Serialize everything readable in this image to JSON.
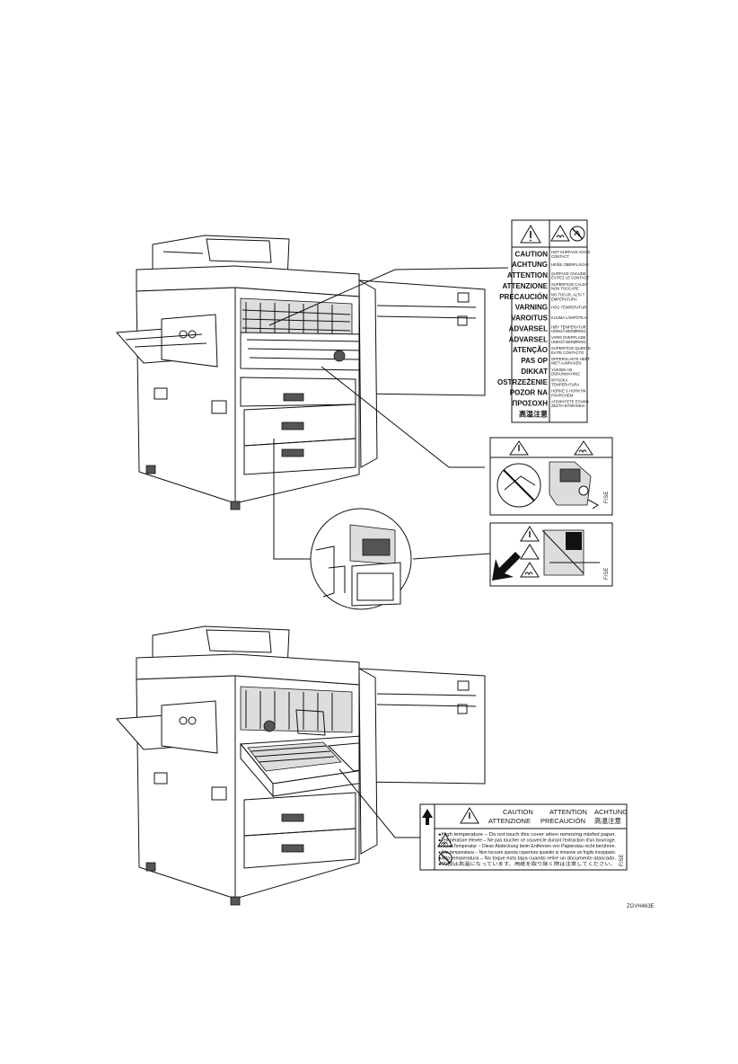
{
  "top_label": {
    "rows": [
      {
        "word": "CAUTION",
        "desc": [
          "HOT SURFACE AVOID",
          "CONTACT"
        ]
      },
      {
        "word": "ACHTUNG",
        "desc": [
          "HEIßE OBERFLÄCHE"
        ]
      },
      {
        "word": "ATTENTION",
        "desc": [
          "SURFACE CHAUDE",
          "ÉVITEZ LE CONTACT"
        ]
      },
      {
        "word": "ATTENZIONE",
        "desc": [
          "SUPERFICIE CALDA",
          "NON TOCCARE"
        ]
      },
      {
        "word": "PRECAUCIÓN",
        "desc": [
          "NO TOCAR, ALTA T",
          "EMPERATURA"
        ]
      },
      {
        "word": "VARNING",
        "desc": [
          "HÖG TEMPERATUR"
        ]
      },
      {
        "word": "VAROITUS",
        "desc": [
          "KUUMA LÄMPÖTILA"
        ]
      },
      {
        "word": "ADVARSEL",
        "desc": [
          "HØY TEMPERATUR",
          "UNNGÅ BERØRING"
        ]
      },
      {
        "word": "ADVARSEL",
        "desc": [
          "VARM OVERFLADE",
          "UNDGÅ BERØRING"
        ]
      },
      {
        "word": "ATENÇÃO",
        "desc": [
          "SUPERFÍCIE QUENTE",
          "EVITE CONTACTO"
        ]
      },
      {
        "word": "PAS OP",
        "desc": [
          "OPPERVLAKTE HEET",
          "NIET AANRAKEN"
        ]
      },
      {
        "word": "DIKKAT",
        "desc": [
          "YÜKSEK ISI",
          "DOKUNMAYINIZ"
        ]
      },
      {
        "word": "OSTRZEŻENIE",
        "desc": [
          "WYSOKA",
          "TEMPERATURA"
        ]
      },
      {
        "word": "POZOR NA",
        "desc": [
          "HORKÉ S HORKÝM",
          "POVRCHEM"
        ]
      },
      {
        "word": "ΠΡΟΣΟΧΗ",
        "desc": [
          "ΑΠΟΦΥΓΕΤΕ ΕΠΑΦΗ",
          "ΖΕΣΤΗ ΕΠΙΦΑΝΕΙΑ"
        ]
      },
      {
        "word": "高温注意",
        "desc": []
      }
    ]
  },
  "bottom_label": {
    "header_row1": [
      "CAUTION",
      "ATTENTION",
      "ACHTUNG"
    ],
    "header_row2": [
      "ATTENZIONE",
      "PRECAUCIÓN",
      "高温注意"
    ],
    "lines": [
      "●High temperature – Do not touch this cover when removing misfed paper.",
      "●Température élevée – Ne pas toucher ce couvercle durant l'extraction d'un bourrage.",
      "●Hohe Temperatur – Diese Abdeckung beim Entfernen von Papierstau nicht berühren.",
      "●Alta temperatura – Non toccare questa copertura quando si rimuove un foglio inceppato.",
      "●Alta temperatura – No toque esta tapa cuando retire un documento atascado.",
      "●内部は高温になっています。用紙を取り除く際は注意してください。"
    ]
  },
  "figure_code": "ZGVH463E",
  "colors": {
    "ink": "#111111",
    "paper": "#ffffff",
    "shade": "#dddddd"
  },
  "icons": [
    "warning-triangle-icon",
    "no-touch-icon",
    "hot-surface-icon",
    "arrow-up-icon",
    "arrow-down-left-icon"
  ]
}
